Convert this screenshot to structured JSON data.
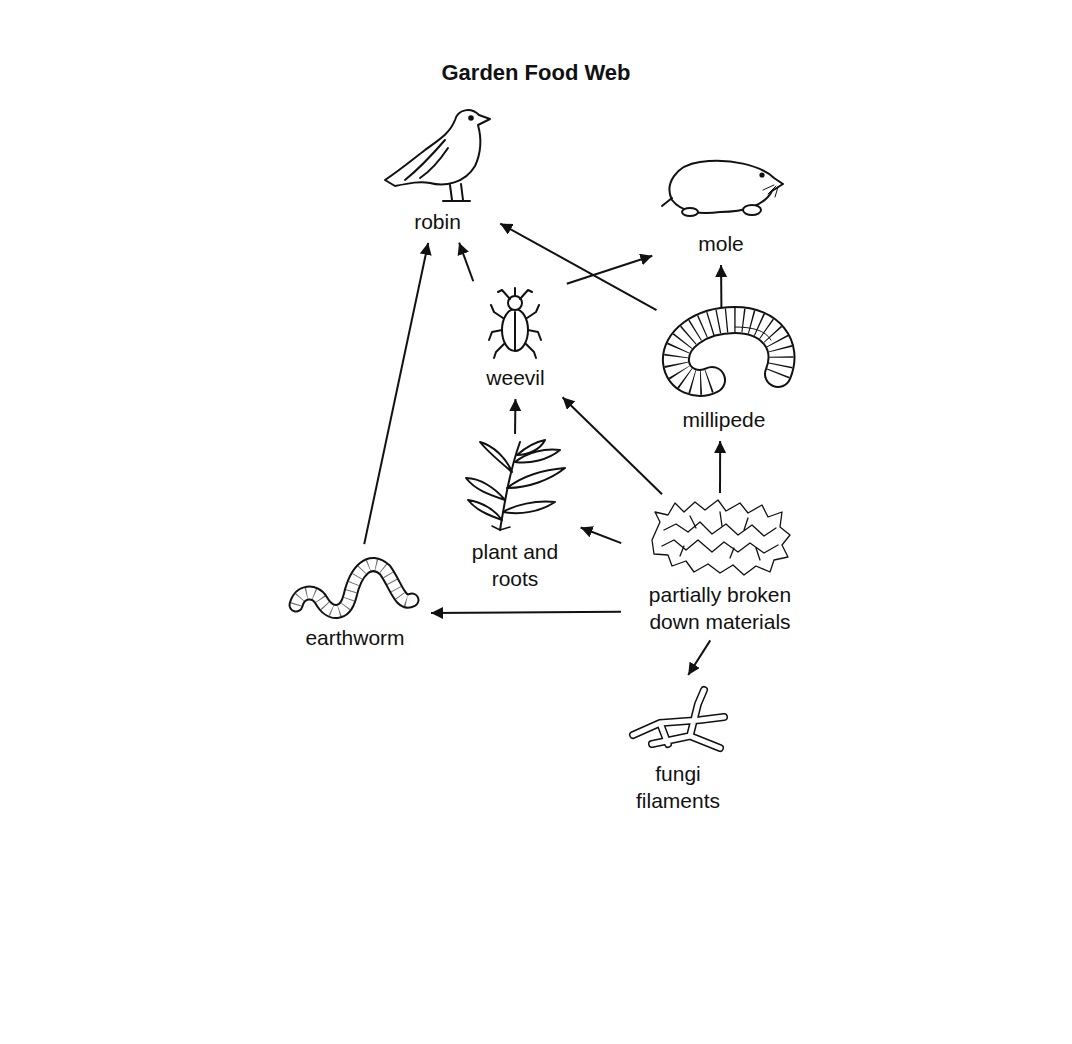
{
  "diagram": {
    "title": "Garden Food Web",
    "nodes": [
      {
        "text": [
          "robin"
        ]
      },
      {
        "text": [
          "mole"
        ]
      },
      {
        "text": [
          "weevil"
        ]
      },
      {
        "text": [
          "millipede"
        ]
      },
      {
        "text": [
          "plant and roots"
        ]
      },
      {
        "text": [
          "partially broken down materials"
        ]
      },
      {
        "text": [
          "earthworm"
        ]
      },
      {
        "text": [
          "fungi filaments"
        ]
      }
    ],
    "edges": [
      {
        "from": 6,
        "to": 0,
        "arrow": "to"
      },
      {
        "from": 2,
        "to": 0,
        "arrow": "to"
      },
      {
        "from": 3,
        "to": 0,
        "arrow": "to"
      },
      {
        "from": 2,
        "to": 1,
        "arrow": "to"
      },
      {
        "from": 3,
        "to": 1,
        "arrow": "to"
      },
      {
        "from": 4,
        "to": 2,
        "arrow": "to"
      },
      {
        "from": 5,
        "to": 2,
        "arrow": "to"
      },
      {
        "from": 5,
        "to": 3,
        "arrow": "to"
      },
      {
        "from": 5,
        "to": 4,
        "arrow": "to"
      },
      {
        "from": 5,
        "to": 6,
        "arrow": "to"
      },
      {
        "from": 5,
        "to": 7,
        "arrow": "to"
      }
    ]
  }
}
